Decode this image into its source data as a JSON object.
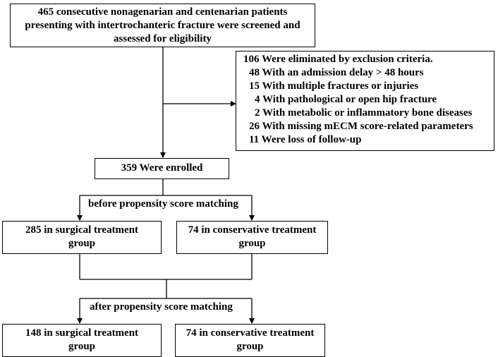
{
  "screening": {
    "line1": "465 consecutive nonagenarian and centenarian  patients",
    "line2": "presenting with intertrochanteric fracture were screened and",
    "line3": "assessed for eligibility"
  },
  "exclusion": {
    "title": "106 Were eliminated by exclusion criteria.",
    "items": [
      "48 With an admission delay > 48 hours",
      "15 With multiple fractures or injuries",
      "4 With pathological or open hip fracture",
      "2 With metabolic or inflammatory bone diseases",
      "26 With missing mECM score-related parameters",
      "11 Were loss of follow-up"
    ]
  },
  "enrolled": "359 Were enrolled",
  "before_psm": {
    "label": "before propensity score matching",
    "surgical_line1": "285 in surgical treatment",
    "surgical_line2": "group",
    "conservative_line1": "74 in conservative treatment",
    "conservative_line2": "group"
  },
  "after_psm": {
    "label": "after propensity score matching",
    "surgical_line1": "148 in surgical treatment",
    "surgical_line2": "group",
    "conservative_line1": "74 in conservative treatment",
    "conservative_line2": "group"
  }
}
